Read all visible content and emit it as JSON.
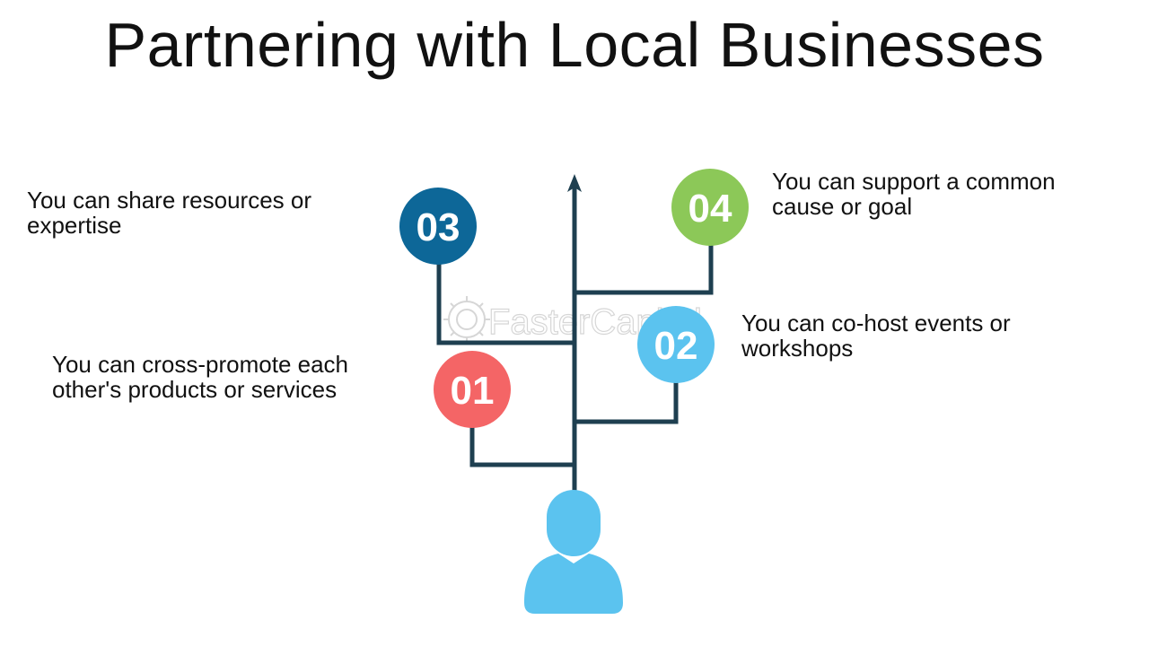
{
  "title": "Partnering with Local Businesses",
  "watermark": "FasterCapital",
  "steps": [
    {
      "number": "01",
      "text": "You can cross-promote each\nother's products or services",
      "color": "#f46566"
    },
    {
      "number": "02",
      "text": "You can co-host events or\nworkshops",
      "color": "#5bc3ef"
    },
    {
      "number": "03",
      "text": "You can share resources or\nexpertise",
      "color": "#0d6798"
    },
    {
      "number": "04",
      "text": "You can support a common\ncause or goal",
      "color": "#8cc858"
    }
  ],
  "colors": {
    "line": "#1e3f50",
    "person": "#5bc3ef"
  },
  "icons": {
    "person": "person-icon",
    "arrow": "arrow-up-icon",
    "watermark_logo": "gear-logo-icon"
  }
}
